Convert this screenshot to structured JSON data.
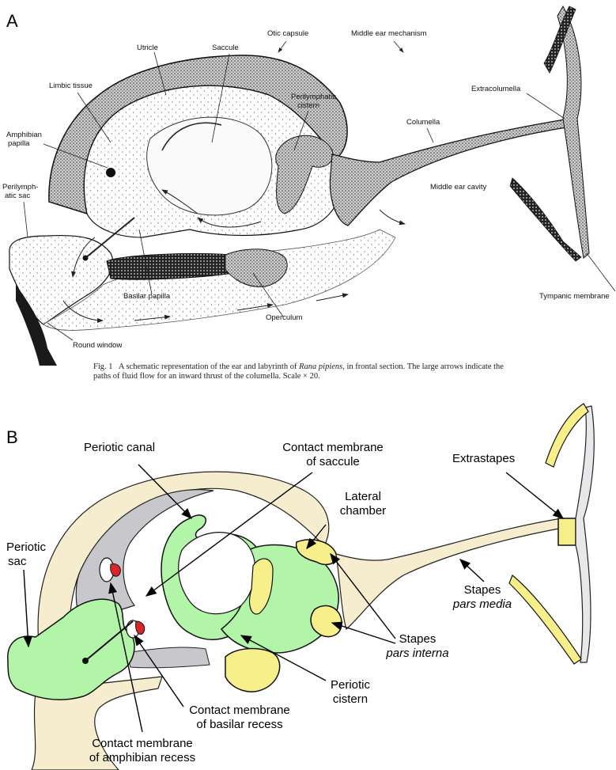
{
  "panel_a": {
    "label": "A",
    "labels": {
      "utricle": "Utricle",
      "saccule": "Saccule",
      "otic_capsule": "Otic capsule",
      "middle_ear_mechanism": "Middle ear mechanism",
      "limbic_tissue": "Limbic tissue",
      "amphibian_papilla_1": "Amphibian",
      "amphibian_papilla_2": "papilla",
      "perilymphatic_sac_1": "Perilymph-",
      "perilymphatic_sac_2": "atic sac",
      "perilymphatic_cistern_1": "Perilymphatic",
      "perilymphatic_cistern_2": "cistern",
      "columella": "Columella",
      "extracolumella": "Extracolumella",
      "middle_ear_cavity": "Middle ear cavity",
      "basilar_papilla": "Basilar papilla",
      "operculum": "Operculum",
      "tympanic_membrane": "Tympanic membrane",
      "round_window": "Round window"
    },
    "caption": {
      "fig": "Fig. 1",
      "text_before": "A schematic representation of the ear and labyrinth of",
      "species": "Rana pipiens,",
      "text_after": "in frontal section. The large arrows indicate the paths of fluid flow for an inward thrust of the columella. Scale × 20."
    }
  },
  "panel_b": {
    "label": "B",
    "labels": {
      "periotic_canal": "Periotic canal",
      "contact_membrane_saccule_1": "Contact membrane",
      "contact_membrane_saccule_2": "of saccule",
      "extrastapes": "Extrastapes",
      "lateral_chamber_1": "Lateral",
      "lateral_chamber_2": "chamber",
      "periotic_sac_1": "Periotic",
      "periotic_sac_2": "sac",
      "stapes_pars_media_1": "Stapes",
      "stapes_pars_media_2": "pars media",
      "stapes_pars_interna_1": "Stapes",
      "stapes_pars_interna_2": "pars interna",
      "periotic_cistern_1": "Periotic",
      "periotic_cistern_2": "cistern",
      "contact_membrane_basilar_1": "Contact membrane",
      "contact_membrane_basilar_2": "of basilar recess",
      "contact_membrane_amphibian_1": "Contact membrane",
      "contact_membrane_amphibian_2": "of amphibian recess"
    },
    "colors": {
      "periotic_green": "#b2f5a8",
      "stapes_yellow": "#f7f08a",
      "capsule_beige": "#f6edcf",
      "tissue_gray": "#c8c8cc",
      "papilla_red": "#d8262a",
      "outline": "#111111"
    }
  }
}
